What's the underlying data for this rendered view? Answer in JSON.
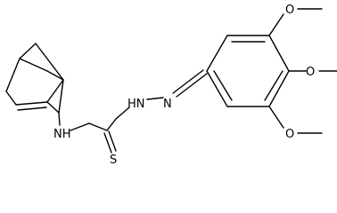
{
  "atoms": {
    "nh": "NH",
    "nh_n": "HN",
    "n": "N",
    "s": "S",
    "o1": "O",
    "o2": "O",
    "o3": "O"
  },
  "colors": {
    "bond": "#000000",
    "background": "#ffffff"
  }
}
